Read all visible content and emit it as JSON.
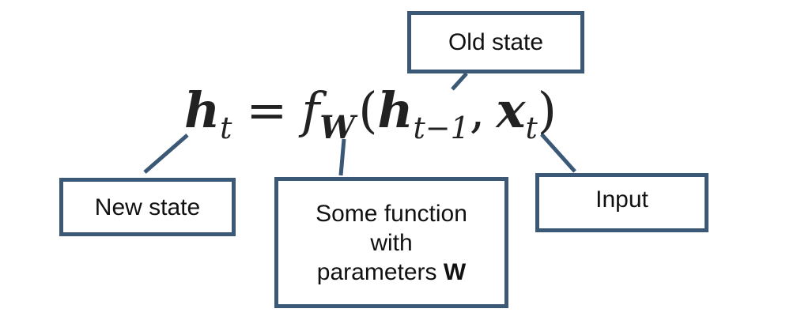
{
  "equation": {
    "lhs": "h",
    "lhs_sub": "t",
    "equals": "=",
    "func": "f",
    "func_sub": "W",
    "open_paren": "(",
    "arg1": "h",
    "arg1_sub": "t−1",
    "comma": ",",
    "arg2": "x",
    "arg2_sub": "t",
    "close_paren": ")"
  },
  "labels": {
    "old_state": "Old state",
    "new_state": "New state",
    "function_line1": "Some function",
    "function_line2": "with",
    "function_line3_prefix": "parameters ",
    "function_line3_bold": "W",
    "input": "Input"
  },
  "colors": {
    "box_border": "#3b5876",
    "connector": "#3b5876",
    "text": "#111111"
  }
}
